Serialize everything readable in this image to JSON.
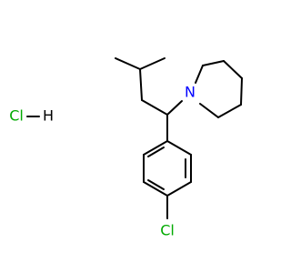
{
  "molecule": {
    "labels": {
      "nitrogen": "N",
      "chlorine_ring": "Cl",
      "hcl_cl": "Cl",
      "hcl_h": "H"
    },
    "colors": {
      "bond": "#000000",
      "nitrogen": "#0000ff",
      "chlorine": "#00aa00"
    }
  }
}
